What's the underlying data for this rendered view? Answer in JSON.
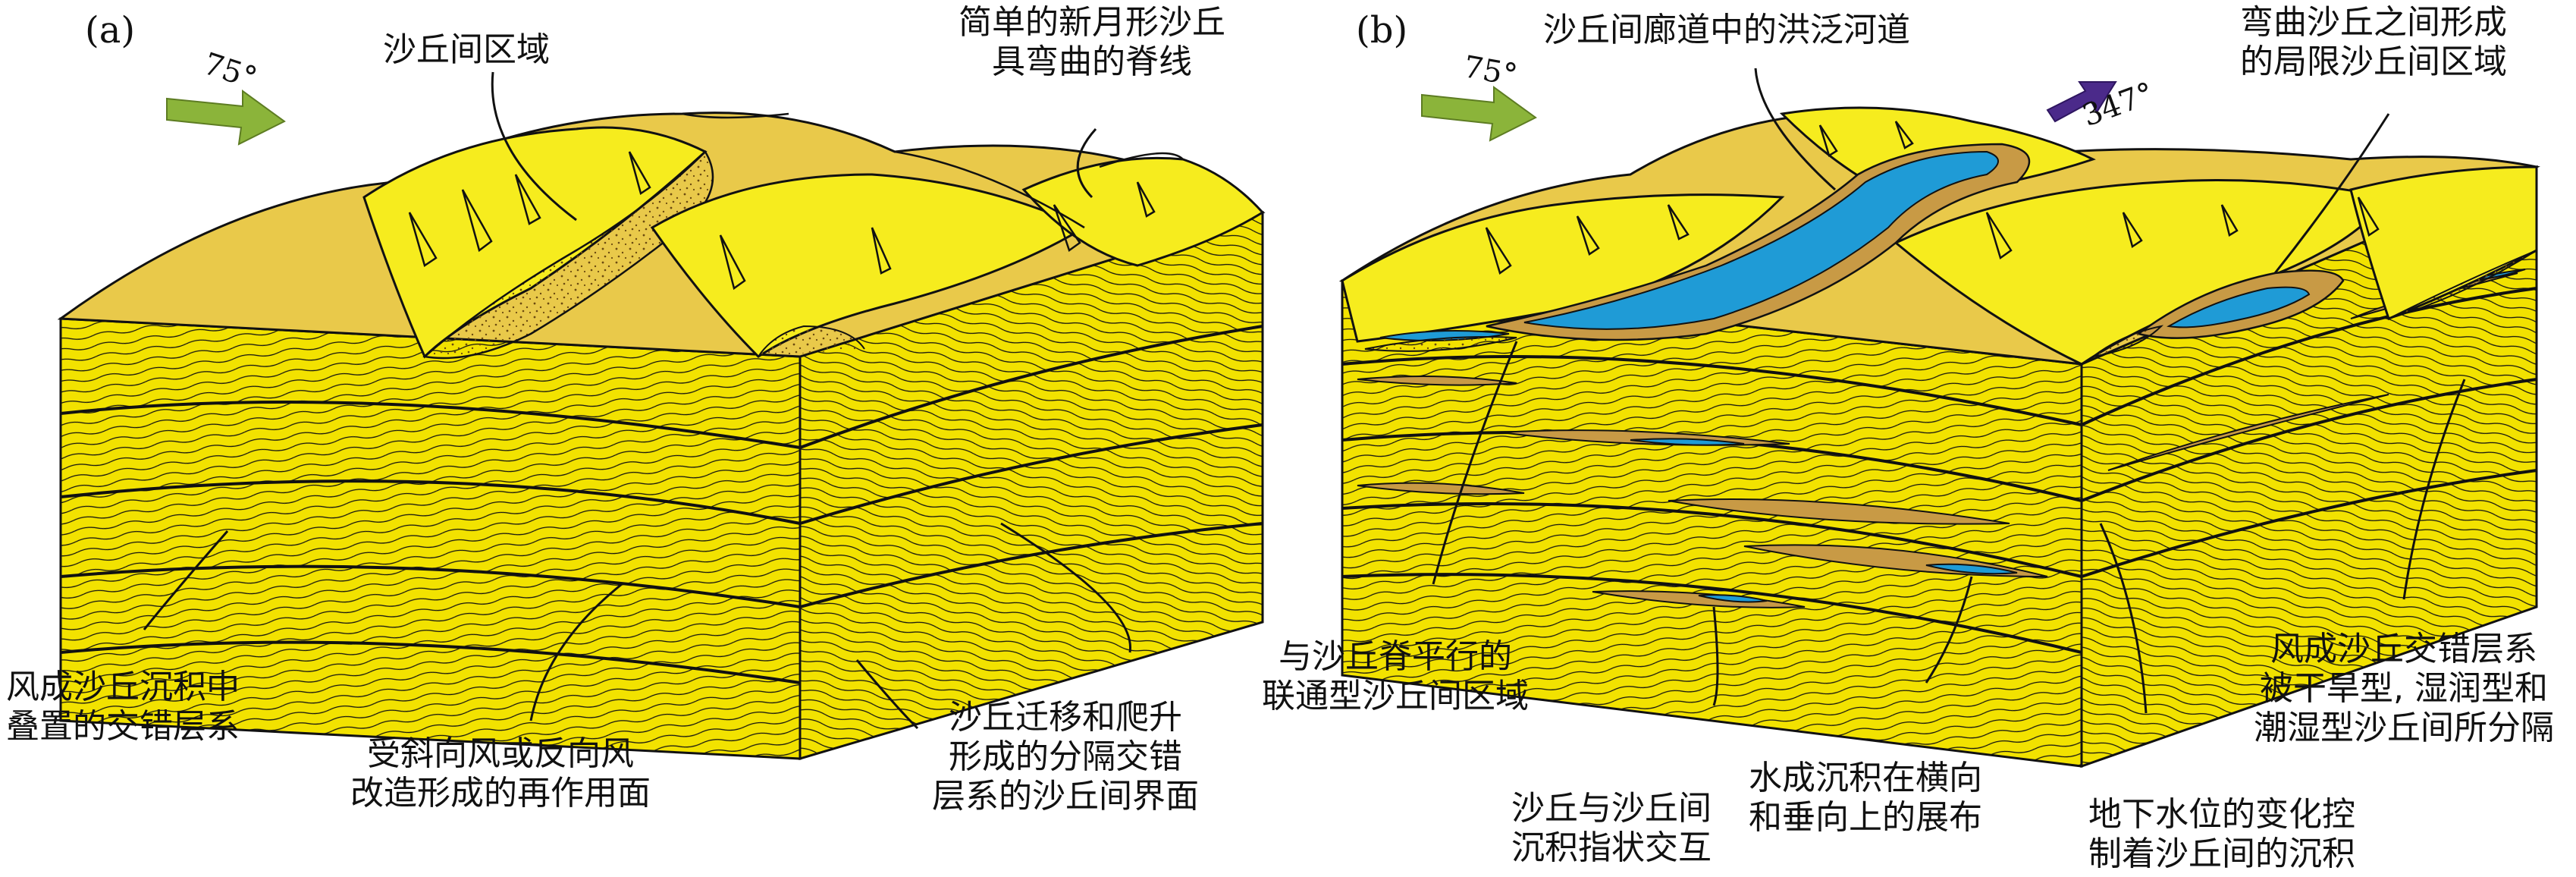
{
  "colors": {
    "sand": "#f2e200",
    "sand_top": "#f6ec1e",
    "sand_dark": "#e9c94a",
    "interdune": "#d9b45e",
    "interdune_dark": "#c89a45",
    "water": "#1f9bd6",
    "arrow_green": "#8bb43a",
    "arrow_purple": "#4b2a8a",
    "line": "#111111"
  },
  "panel_a": {
    "letter": "(a)",
    "wind_degree": "75°",
    "labels": {
      "interdune_area": "沙丘间区域",
      "crescent_dune": "简单的新月形沙丘\n具弯曲的脊线",
      "stacked_cross_beds": "风成沙丘沉积中\n叠置的交错层系",
      "reactivation_surface": "受斜向风或反向风\n改造形成的再作用面",
      "interdune_surface": "沙丘迁移和爬升\n形成的分隔交错\n层系的沙丘间界面"
    }
  },
  "panel_b": {
    "letter": "(b)",
    "wind_degree": "75°",
    "flow_degree": "347°",
    "labels": {
      "flood_channel": "沙丘间廊道中的洪泛河道",
      "confined_interdune": "弯曲沙丘之间形成\n的局限沙丘间区域",
      "connected_interdune": "与沙丘脊平行的\n联通型沙丘间区域",
      "interfingering": "沙丘与沙丘间\n沉积指状交互",
      "aqueous_distribution": "水成沉积在横向\n和垂向上的展布",
      "water_table": "地下水位的变化控\n制着沙丘间的沉积",
      "separated_cross_beds": "风成沙丘交错层系\n被干旱型, 湿润型和\n潮湿型沙丘间所分隔"
    }
  }
}
